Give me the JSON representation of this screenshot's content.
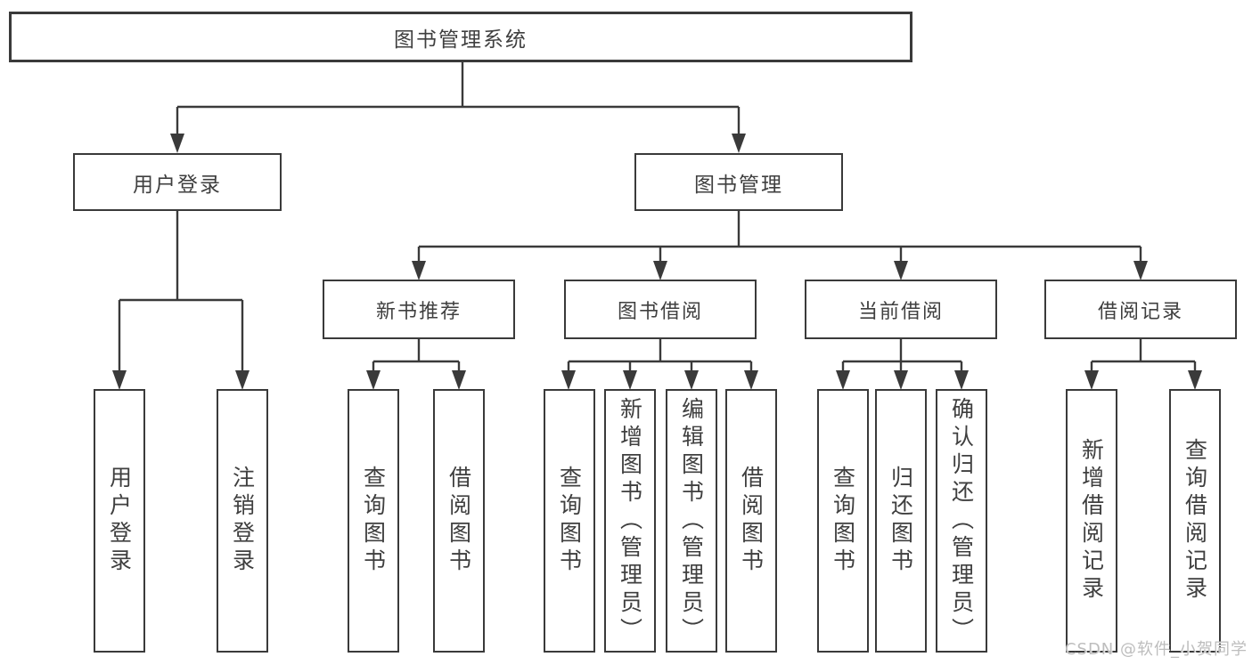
{
  "colors": {
    "line": "#3a3a3a",
    "text": "#3f3f3f",
    "background": "#ffffff",
    "watermark": "#bdbdbd"
  },
  "watermark": {
    "text": "CSDN @软件_小贺同学"
  },
  "diagram": {
    "type": "hierarchy-tree",
    "tree": {
      "label": "图书管理系统",
      "children": [
        {
          "label": "用户登录",
          "children": [
            {
              "label": "用户登录"
            },
            {
              "label": "注销登录"
            }
          ]
        },
        {
          "label": "图书管理",
          "children": [
            {
              "label": "新书推荐",
              "children": [
                {
                  "label": "查询图书"
                },
                {
                  "label": "借阅图书"
                }
              ]
            },
            {
              "label": "图书借阅",
              "children": [
                {
                  "label": "查询图书"
                },
                {
                  "label": "新增图书（管理员）"
                },
                {
                  "label": "编辑图书（管理员）"
                },
                {
                  "label": "借阅图书"
                }
              ]
            },
            {
              "label": "当前借阅",
              "children": [
                {
                  "label": "查询图书"
                },
                {
                  "label": "归还图书"
                },
                {
                  "label": "确认归还（管理员）"
                }
              ]
            },
            {
              "label": "借阅记录",
              "children": [
                {
                  "label": "新增借阅记录"
                },
                {
                  "label": "查询借阅记录"
                }
              ]
            }
          ]
        }
      ]
    }
  }
}
